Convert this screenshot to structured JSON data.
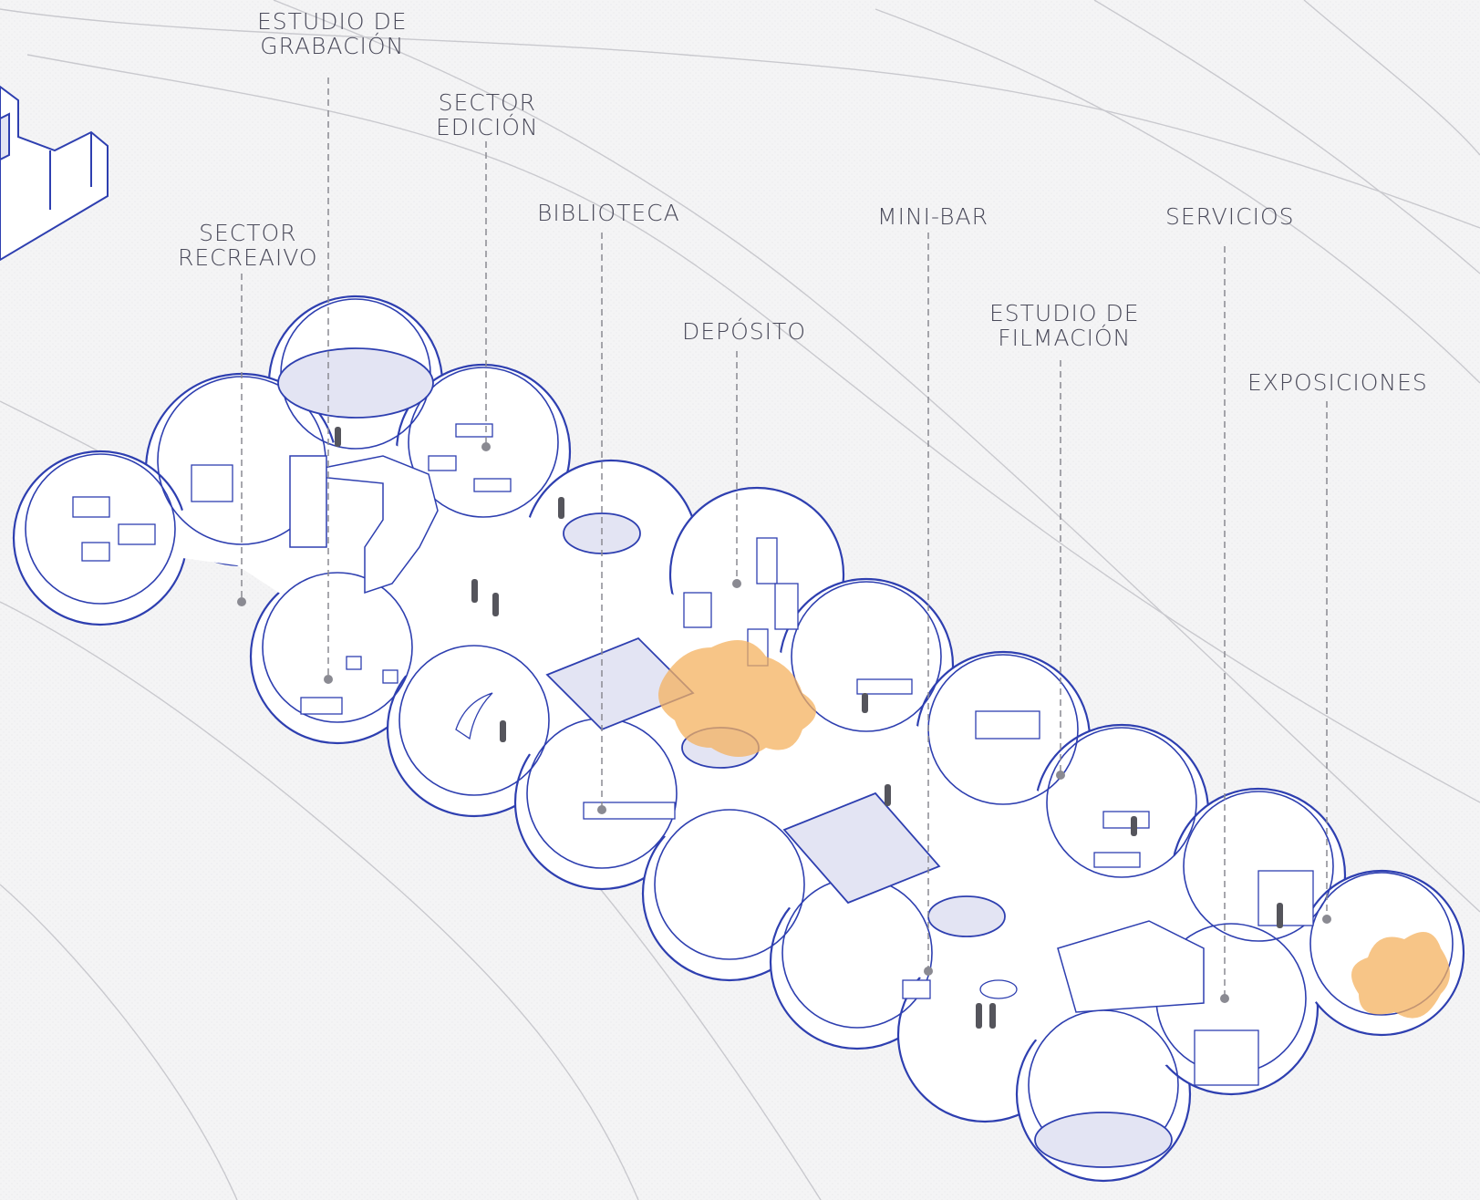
{
  "labels": {
    "estudio_grabacion": [
      "ESTUDIO DE",
      "GRABACIÓN"
    ],
    "sector_edicion": [
      "SECTOR",
      "EDICIÓN"
    ],
    "sector_recreativo": [
      "SECTOR",
      "RECREAIVO"
    ],
    "biblioteca": [
      "BIBLIOTECA"
    ],
    "mini_bar": [
      "MINI-BAR"
    ],
    "servicios": [
      "SERVICIOS"
    ],
    "deposito": [
      "DEPÓSITO"
    ],
    "estudio_filmacion": [
      "ESTUDIO DE",
      "FILMACIÓN"
    ],
    "exposiciones": [
      "EXPOSICIONES"
    ]
  },
  "colors": {
    "background": "#f4f4f5",
    "outline": "#2e3fb0",
    "floor": "#ffffff",
    "void": "#e3e4f3",
    "accent": "#f4b25f",
    "leader": "#8a8a92",
    "figure": "#55555c"
  }
}
